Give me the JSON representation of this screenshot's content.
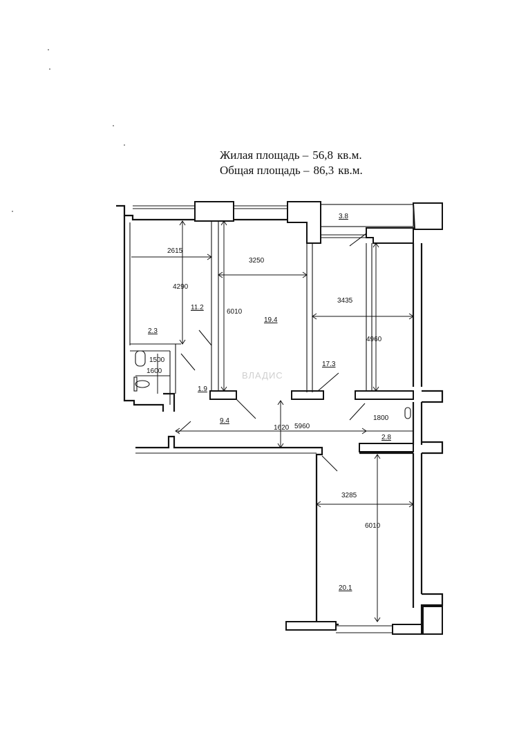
{
  "header": {
    "living_label": "Жилая площадь –",
    "living_value": "56,8",
    "living_unit": "кв.м.",
    "total_label": "Общая площадь –",
    "total_value": "86,3",
    "total_unit": "кв.м."
  },
  "rooms": {
    "room_left": "11.2",
    "room_center": "19.4",
    "room_right": "17.3",
    "room_bottom": "20.1",
    "bath": "2.3",
    "wc": "1.9",
    "corridor": "9.4",
    "balcony": "3.8",
    "storage": "2.8"
  },
  "dims": {
    "d2615": "2615",
    "d3250": "3250",
    "d4290": "4290",
    "d6010_top": "6010",
    "d3435": "3435",
    "d4960": "4960",
    "d1500": "1500",
    "d1600": "1600",
    "d1620": "1620",
    "d5960": "5960",
    "d1800": "1800",
    "d3285": "3285",
    "d6010_bottom": "6010"
  },
  "watermark": "ВЛАДИС"
}
